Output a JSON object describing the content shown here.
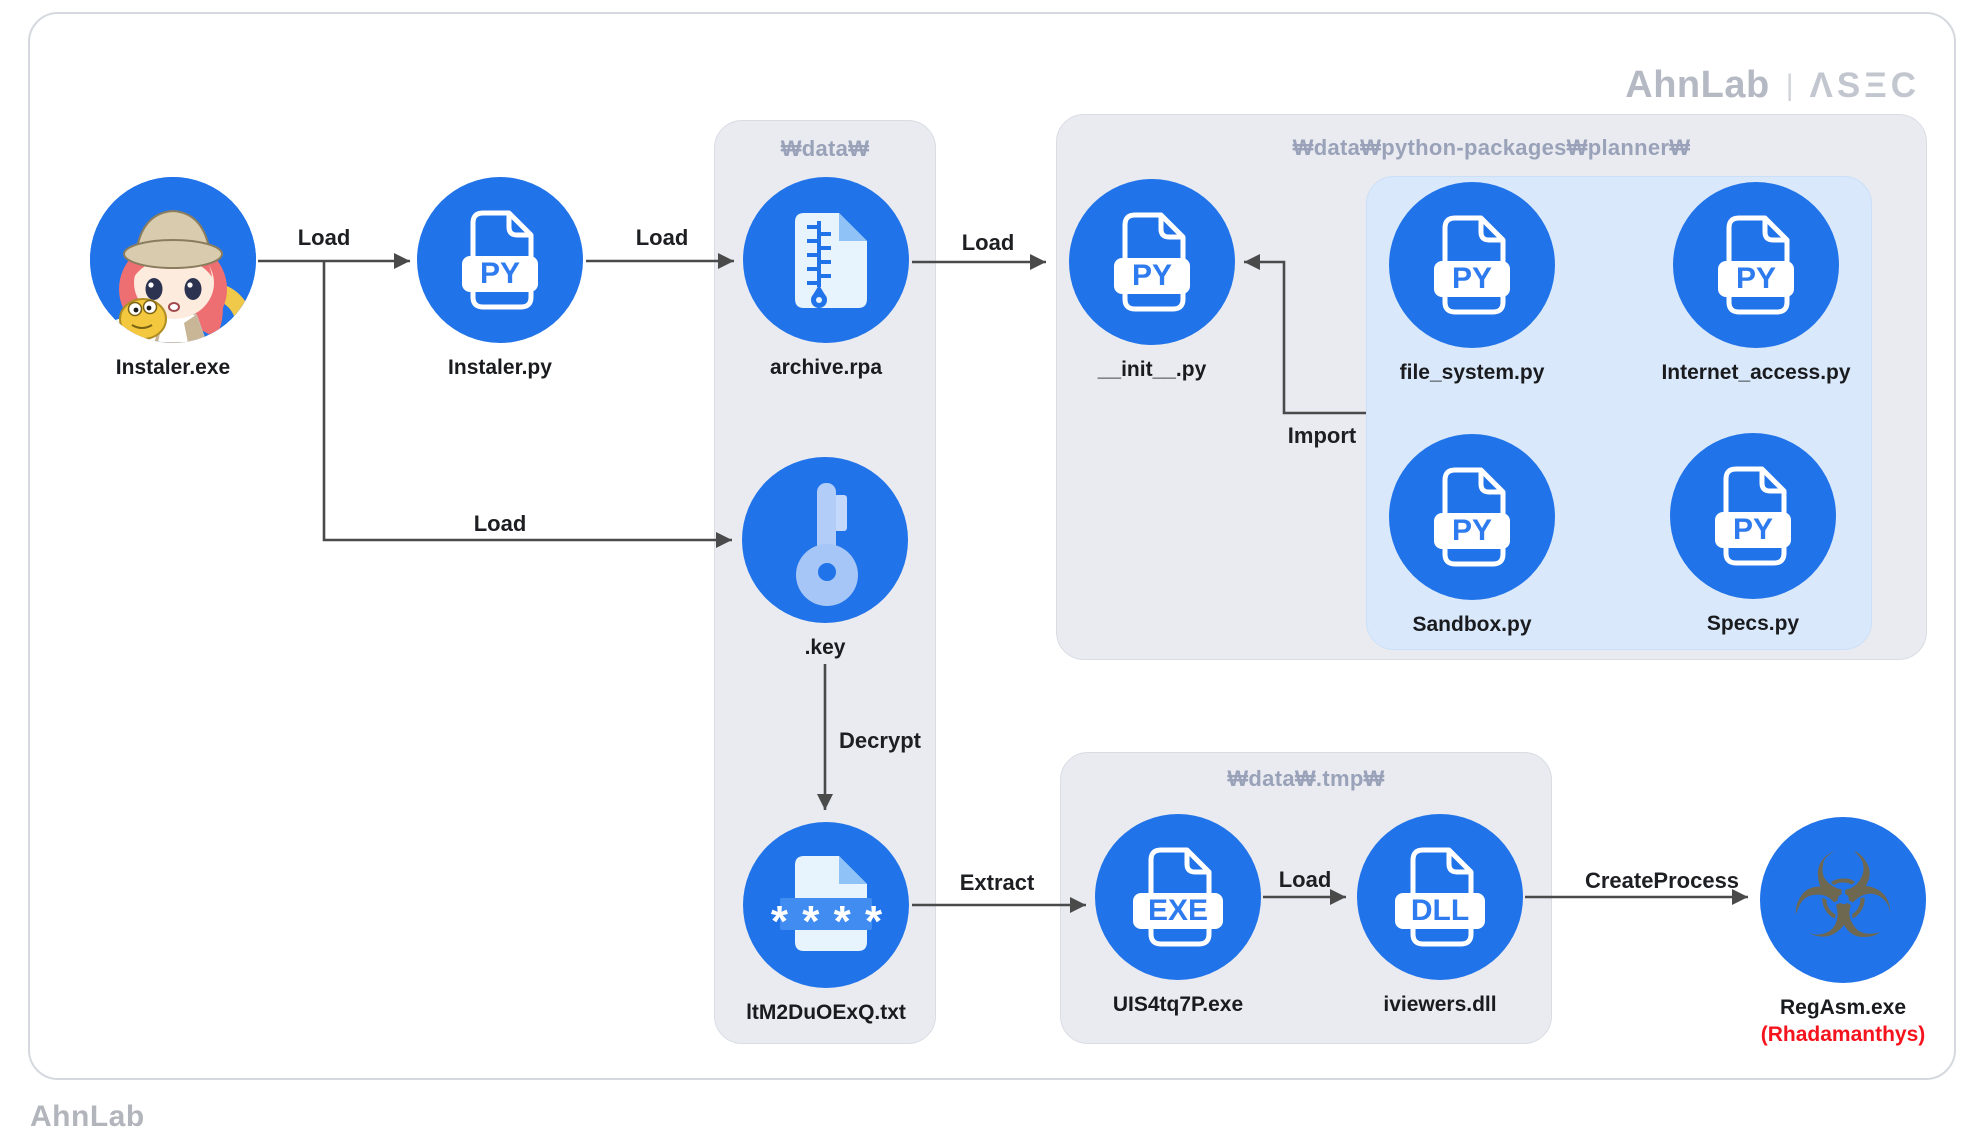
{
  "logo": {
    "brand": "AhnLab",
    "divider": "|",
    "unit": "ΛSΞC"
  },
  "footer": {
    "brand": "AhnLab"
  },
  "panels": {
    "data": {
      "title": "₩data₩"
    },
    "planner": {
      "title": "₩data₩python-packages₩planner₩"
    },
    "tmp": {
      "title": "₩data₩.tmp₩"
    }
  },
  "nodes": {
    "installer_exe": {
      "label": "Instaler.exe"
    },
    "installer_py": {
      "label": "Instaler.py"
    },
    "archive_rpa": {
      "label": "archive.rpa"
    },
    "init_py": {
      "label": "__init__.py"
    },
    "file_system_py": {
      "label": "file_system.py"
    },
    "internet_access_py": {
      "label": "Internet_access.py"
    },
    "sandbox_py": {
      "label": "Sandbox.py"
    },
    "specs_py": {
      "label": "Specs.py"
    },
    "key": {
      "label": ".key"
    },
    "password_txt": {
      "label": "ltM2DuOExQ.txt"
    },
    "uis_exe": {
      "label": "UIS4tq7P.exe"
    },
    "iviewers_dll": {
      "label": "iviewers.dll"
    },
    "regasm_exe": {
      "label": "RegAsm.exe",
      "sublabel": "(Rhadamanthys)"
    }
  },
  "badges": {
    "py": "PY",
    "exe": "EXE",
    "dll": "DLL",
    "stars": "* * * *"
  },
  "icons": {
    "biohazard": "☣"
  },
  "edges": {
    "load_installer_py": "Load",
    "load_archive": "Load",
    "load_init": "Load",
    "load_key": "Load",
    "import_planner": "Import",
    "decrypt": "Decrypt",
    "extract": "Extract",
    "load_dll": "Load",
    "create_process": "CreateProcess"
  },
  "colors": {
    "node_blue": "#2173e9",
    "panel_bg": "#e9ebf1",
    "inner_panel": "#d9e9fb",
    "arrow": "#4a4a4a",
    "alert_red": "#f5131d",
    "header_text": "#99a2b8"
  }
}
